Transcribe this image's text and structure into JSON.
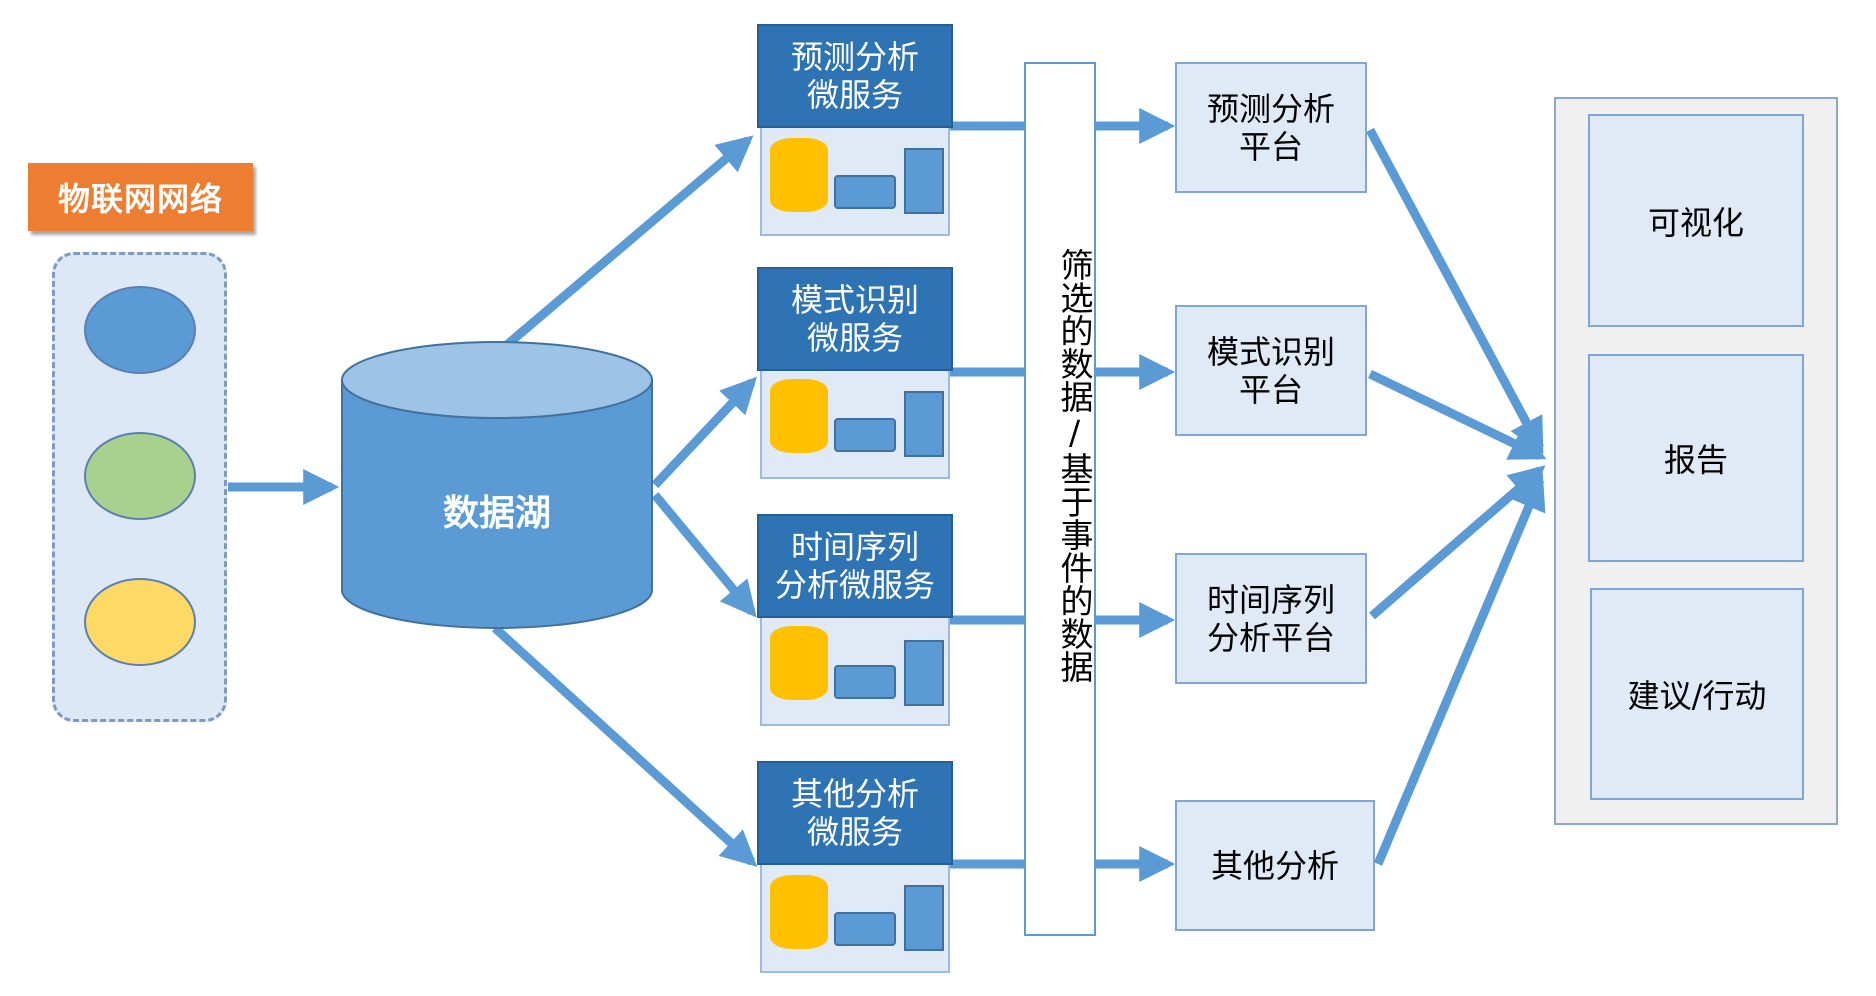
{
  "iot": {
    "title": "物联网网络",
    "devices": [
      {
        "color": "#5B9BD5"
      },
      {
        "color": "#A9D18E"
      },
      {
        "color": "#FFD966"
      }
    ]
  },
  "data_lake": {
    "label": "数据湖"
  },
  "microservices": [
    {
      "label": "预测分析\n微服务"
    },
    {
      "label": "模式识别\n微服务"
    },
    {
      "label": "时间序列\n分析微服务"
    },
    {
      "label": "其他分析\n微服务"
    }
  ],
  "filter": {
    "label": "筛选的数据/基于事件的数据"
  },
  "platforms": [
    {
      "label": "预测分析\n平台"
    },
    {
      "label": "模式识别\n平台"
    },
    {
      "label": "时间序列\n分析平台"
    },
    {
      "label": "其他分析"
    }
  ],
  "outputs": [
    {
      "label": "可视化"
    },
    {
      "label": "报告"
    },
    {
      "label": "建议/行动"
    }
  ],
  "colors": {
    "arrow": "#5B9BD5",
    "service_header": "#2E74B5",
    "accent_orange": "#ED7D31",
    "lake_fill": "#5B9BD5",
    "lake_top": "#9DC3E6"
  }
}
